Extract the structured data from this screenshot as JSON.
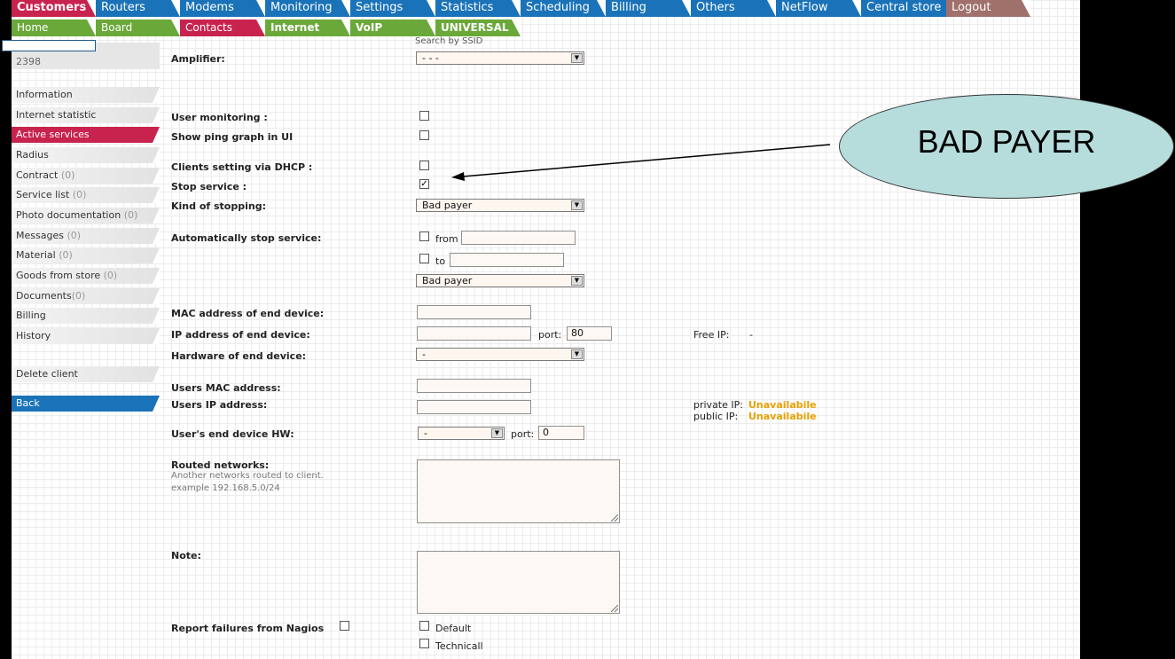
{
  "nav_top": [
    {
      "label": "Customers",
      "color": "#c8234f"
    },
    {
      "label": "Routers",
      "color": "#1a73b8"
    },
    {
      "label": "Modems",
      "color": "#1a73b8"
    },
    {
      "label": "Monitoring",
      "color": "#1a73b8"
    },
    {
      "label": "Settings",
      "color": "#1a73b8"
    },
    {
      "label": "Statistics",
      "color": "#1a73b8"
    },
    {
      "label": "Scheduling",
      "color": "#1a73b8"
    },
    {
      "label": "Billing",
      "color": "#1a73b8"
    },
    {
      "label": "Others",
      "color": "#1a73b8"
    },
    {
      "label": "NetFlow",
      "color": "#1a73b8"
    },
    {
      "label": "Central store",
      "color": "#1a73b8"
    },
    {
      "label": "Logout",
      "color": "#a0706a"
    }
  ],
  "nav_sub": [
    {
      "label": "Home",
      "color": "#6aa83a"
    },
    {
      "label": "Board",
      "color": "#6aa83a"
    },
    {
      "label": "Contacts",
      "color": "#c8234f"
    },
    {
      "label": "Internet",
      "color": "#6aa83a"
    },
    {
      "label": "VoIP",
      "color": "#6aa83a"
    },
    {
      "label": "UNIVERSAL",
      "color": "#6aa83a"
    }
  ],
  "client": {
    "id": "2398"
  },
  "sidebar": [
    {
      "label": "Information",
      "count": ""
    },
    {
      "label": "Internet statistic",
      "count": ""
    },
    {
      "label": "Active services",
      "count": ""
    },
    {
      "label": "Radius",
      "count": ""
    },
    {
      "label": "Contract",
      "count": "(0)"
    },
    {
      "label": "Service list",
      "count": "(0)"
    },
    {
      "label": "Photo documentation",
      "count": "(0)"
    },
    {
      "label": "Messages",
      "count": "(0)"
    },
    {
      "label": "Material",
      "count": "(0)"
    },
    {
      "label": "Goods from store",
      "count": "(0)"
    },
    {
      "label": "Documents",
      "count": "(0)"
    },
    {
      "label": "Billing",
      "count": ""
    },
    {
      "label": "History",
      "count": ""
    },
    {
      "label": "Delete client",
      "count": ""
    },
    {
      "label": "Back",
      "count": ""
    }
  ],
  "form": {
    "search_ssid": "Search by SSID",
    "amplifier_label": "Amplifier:",
    "amplifier_value": "- - -",
    "user_monitoring_label": "User monitoring :",
    "show_ping_label": "Show ping graph in UI",
    "dhcp_label": "Clients setting via DHCP :",
    "stop_service_label": "Stop service :",
    "stop_service_checked": "✓",
    "kind_stopping_label": "Kind of stopping:",
    "kind_stopping_value": "Bad payer",
    "auto_stop_label": "Automatically stop service:",
    "from_label": "from",
    "to_label": "to",
    "auto_stop_kind_value": "Bad payer",
    "mac_end_label": "MAC address of end device:",
    "ip_end_label": "IP address of end device:",
    "port_label": "port:",
    "port_value": "80",
    "free_ip_label": "Free IP:",
    "free_ip_value": "-",
    "hw_end_label": "Hardware of end device:",
    "hw_end_value": "-",
    "users_mac_label": "Users MAC address:",
    "users_ip_label": "Users IP address:",
    "private_ip_label": "private IP:",
    "private_ip_value": "Unavailabile",
    "public_ip_label": "public IP:",
    "public_ip_value": "Unavailabile",
    "user_hw_label": "User's end device HW:",
    "user_hw_value": "-",
    "user_hw_port_label": "port:",
    "user_hw_port_value": "0",
    "routed_label": "Routed networks:",
    "routed_hint1": "Another networks routed to client.",
    "routed_hint2": "example 192.168.5.0/24",
    "note_label": "Note:",
    "nagios_label": "Report failures from Nagios",
    "default_label": "Default",
    "technical_label": "Technicall"
  },
  "annotation": {
    "text": "BAD PAYER"
  }
}
